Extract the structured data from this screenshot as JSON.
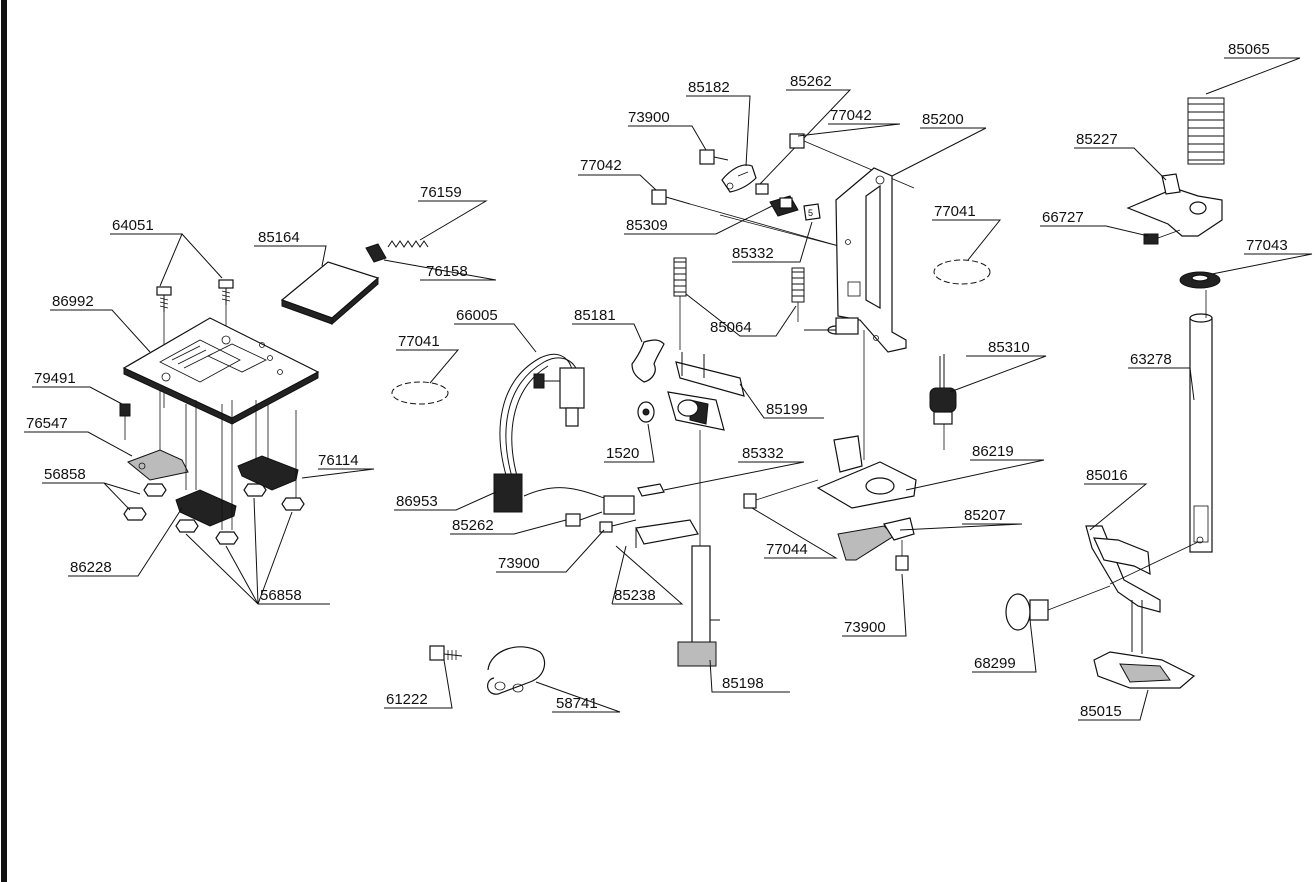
{
  "parts": {
    "p85065": "85065",
    "p85182": "85182",
    "p85262a": "85262",
    "p73900a": "73900",
    "p77042a": "77042",
    "p85200": "85200",
    "p85227": "85227",
    "p77042b": "77042",
    "p76159": "76159",
    "p66727": "66727",
    "p77043": "77043",
    "p64051": "64051",
    "p85164": "85164",
    "p85309": "85309",
    "p77041a": "77041",
    "p85332a": "85332",
    "p76158": "76158",
    "p86992": "86992",
    "p66005": "66005",
    "p85181": "85181",
    "p85064": "85064",
    "p77041b": "77041",
    "p85310": "85310",
    "p79491": "79491",
    "p63278": "63278",
    "p85199": "85199",
    "p76547": "76547",
    "p1520": "1520",
    "p86219": "86219",
    "p76114": "76114",
    "p85332b": "85332",
    "p56858a": "56858",
    "p85016": "85016",
    "p86953": "86953",
    "p85207": "85207",
    "p85262b": "85262",
    "p73900b": "73900",
    "p77044": "77044",
    "p86228": "86228",
    "p56858b": "56858",
    "p85238": "85238",
    "p73900c": "73900",
    "p68299": "68299",
    "p61222": "61222",
    "p58741": "58741",
    "p85198": "85198",
    "p85015": "85015"
  }
}
